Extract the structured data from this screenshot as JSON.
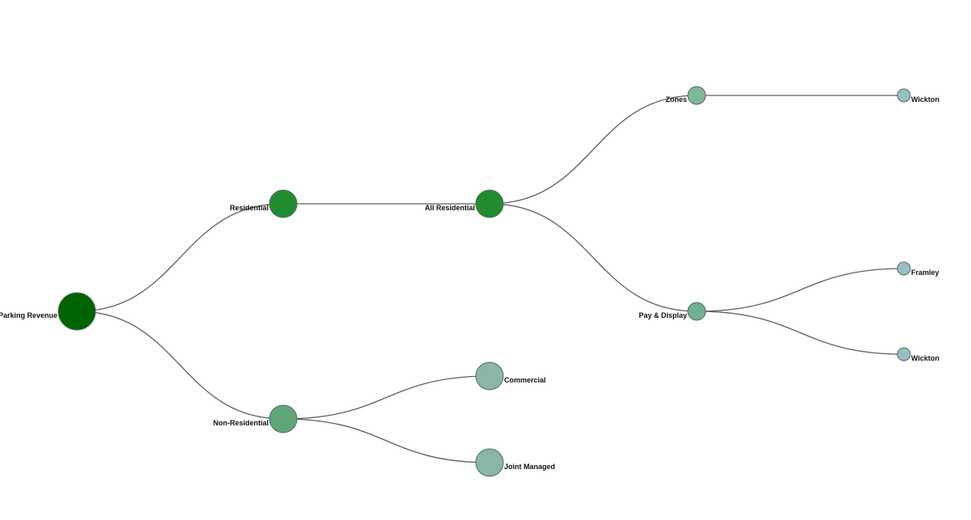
{
  "tree": {
    "root": {
      "label": "Parking Revenue",
      "color": "#006400",
      "children": [
        {
          "label": "Residential",
          "color": "#228b2f",
          "children": [
            {
              "label": "All Residential",
              "color": "#228b2f",
              "children": [
                {
                  "label": "Zones",
                  "color": "#7fb59a",
                  "children": [
                    {
                      "label": "Wickton",
                      "color": "#9dbdc4"
                    }
                  ]
                },
                {
                  "label": "Pay & Display",
                  "color": "#72ae90",
                  "children": [
                    {
                      "label": "Framley",
                      "color": "#9dbdc4"
                    },
                    {
                      "label": "Wickton",
                      "color": "#9dbdc4"
                    }
                  ]
                }
              ]
            }
          ]
        },
        {
          "label": "Non-Residential",
          "color": "#5fa678",
          "children": [
            {
              "label": "Commercial",
              "color": "#8ab5a8"
            },
            {
              "label": "Joint Managed",
              "color": "#8ab5a8"
            }
          ]
        }
      ]
    }
  }
}
